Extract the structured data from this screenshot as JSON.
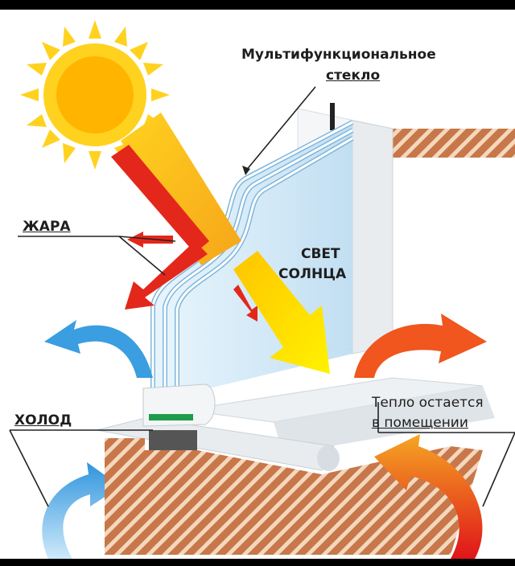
{
  "diagram": {
    "labels": {
      "glass_line1": "Мультифункциональное",
      "glass_line2": "стекло",
      "heat": "ЖАРА",
      "cold": "ХОЛОД",
      "sunlight_line1": "СВЕТ",
      "sunlight_line2": "СОЛНЦА",
      "warmth_line1": "Тепло остается",
      "warmth_line2": "в  помещении"
    },
    "colors": {
      "sun": "#ffd21f",
      "sun_core": "#ffb400",
      "heat_arrow": "#e4271b",
      "light_arrow": "#ffc600",
      "cold_arrow": "#3a9ee0",
      "warm_arrow": "#f0561e",
      "glass": "#cfe8f7",
      "brick": "#b8683e"
    },
    "icons": [
      "sun-icon",
      "window-frame-icon",
      "wall-brick-icon"
    ]
  }
}
